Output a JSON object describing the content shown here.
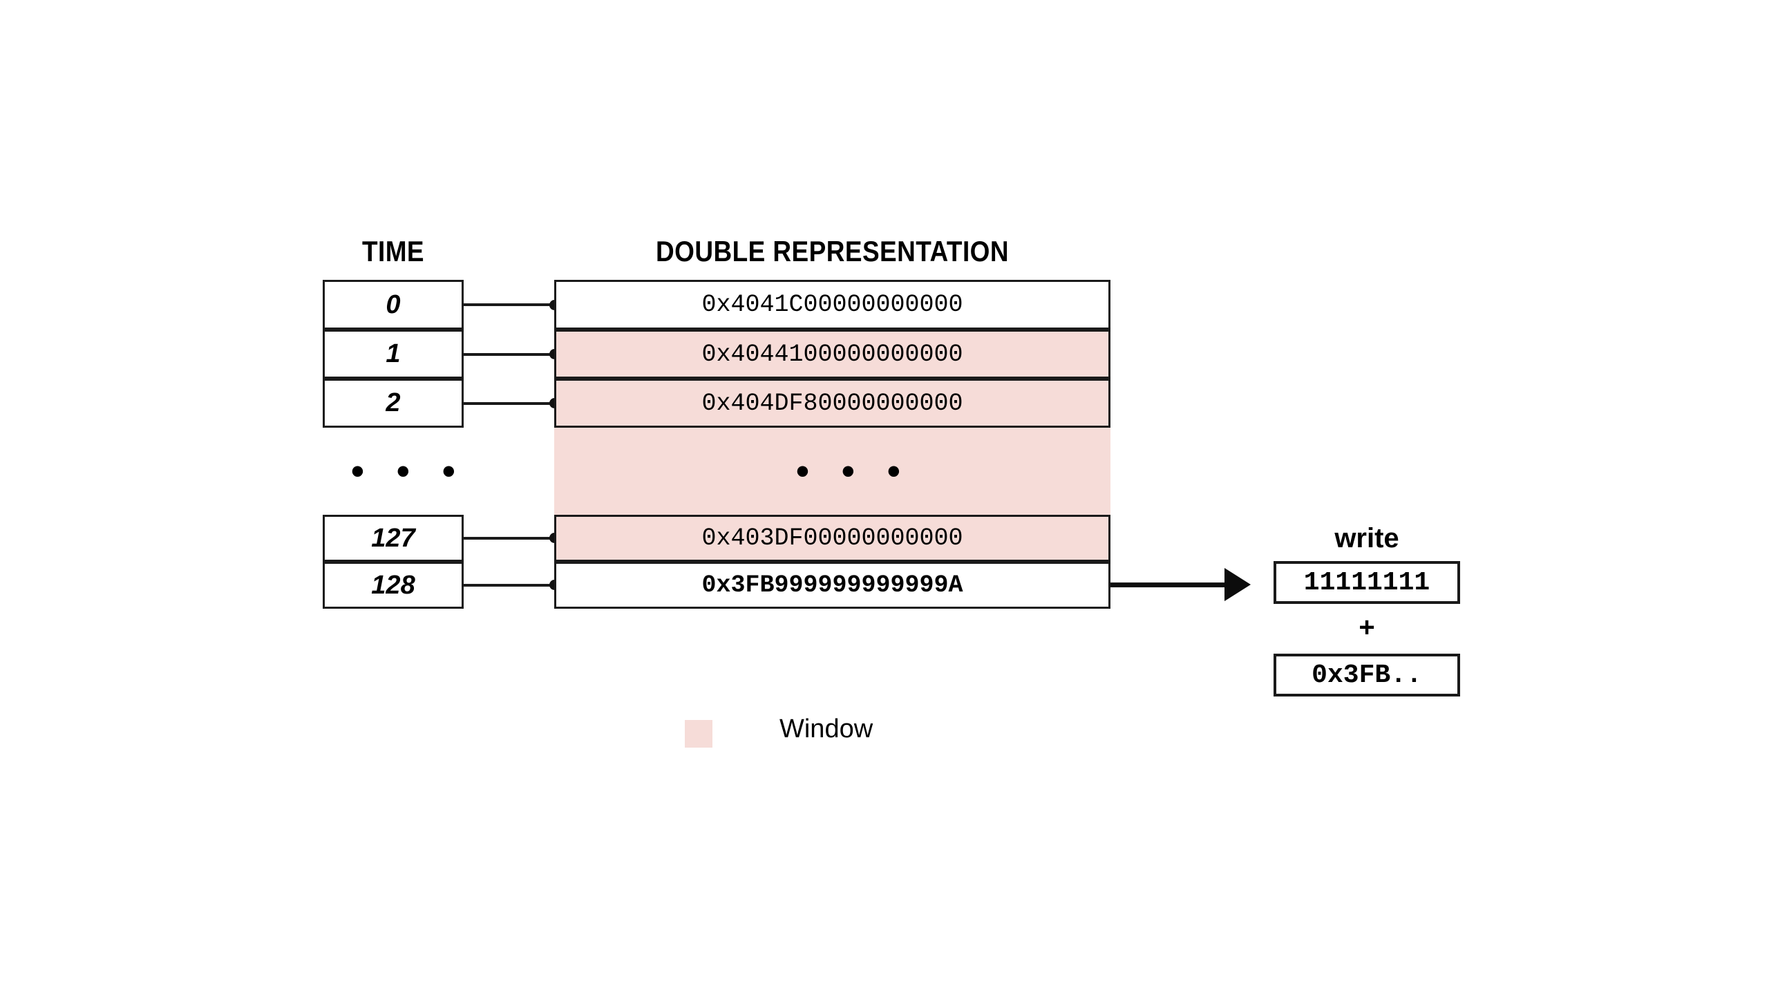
{
  "figure": {
    "headers": {
      "time": "TIME",
      "double": "DOUBLE REPRESENTATION"
    },
    "colors": {
      "window_fill": "#F6DCD8",
      "stroke": "#1A1A1A",
      "background": "#FFFFFF"
    },
    "rows": [
      {
        "time": "0",
        "double": "0x4041C00000000000",
        "in_window": false,
        "bold": false
      },
      {
        "time": "1",
        "double": "0x4044100000000000",
        "in_window": true,
        "bold": false
      },
      {
        "time": "2",
        "double": "0x404DF80000000000",
        "in_window": true,
        "bold": false
      },
      {
        "time": "127",
        "double": "0x403DF00000000000",
        "in_window": true,
        "bold": false
      },
      {
        "time": "128",
        "double": "0x3FB999999999999A",
        "in_window": false,
        "bold": true
      }
    ],
    "ellipsis": {
      "time": "• • •",
      "double": "• • •"
    },
    "write": {
      "label": "write",
      "bits": "11111111",
      "operator": "+",
      "value": "0x3FB.."
    },
    "legend": {
      "label": "Window",
      "swatch_color": "#F6DCD8"
    }
  }
}
